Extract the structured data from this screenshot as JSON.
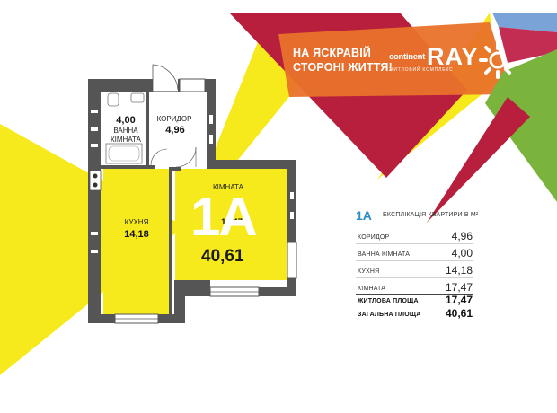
{
  "slogan": {
    "line1": "НА ЯСКРАВІЙ",
    "line2": "СТОРОНІ ЖИТТЯ!"
  },
  "brand": {
    "word1": "continent",
    "word2": "RAY",
    "tagline": "ЖИТЛОВИЙ КОМПЛЕКС"
  },
  "plan": {
    "rooms": [
      {
        "key": "bathroom",
        "value": "4,00",
        "label_line1": "ВАННА",
        "label_line2": "КІМНАТА"
      },
      {
        "key": "corridor",
        "value": "4,96",
        "label_line1": "КОРИДОР",
        "label_line2": ""
      },
      {
        "key": "kitchen",
        "value": "14,18",
        "label_line1": "КУХНЯ",
        "label_line2": ""
      },
      {
        "key": "room",
        "value": "17,47",
        "label_line1": "КІМНАТА",
        "label_line2": ""
      }
    ],
    "apartment_code": "1А",
    "total_area": "40,61"
  },
  "explication": {
    "code": "1А",
    "title": "ЕКСПЛІКАЦІЯ КВАРТИРИ В М²",
    "rows": [
      {
        "name": "КОРИДОР",
        "value": "4,96"
      },
      {
        "name": "ВАННА КІМНАТА",
        "value": "4,00"
      },
      {
        "name": "КУХНЯ",
        "value": "14,18"
      },
      {
        "name": "КІМНАТА",
        "value": "17,47"
      }
    ],
    "living_label": "ЖИТЛОВА ПЛОЩА",
    "living_value": "17,47",
    "total_label": "ЗАГАЛЬНА ПЛОЩА",
    "total_value": "40,61"
  },
  "colors": {
    "yellow": "#f7ea1c",
    "red": "#b71f3c",
    "orange": "#e8722a",
    "green": "#7ab43c",
    "blue": "#7aa4d8",
    "wall": "#555555",
    "accent_blue": "#2b8dc6"
  }
}
